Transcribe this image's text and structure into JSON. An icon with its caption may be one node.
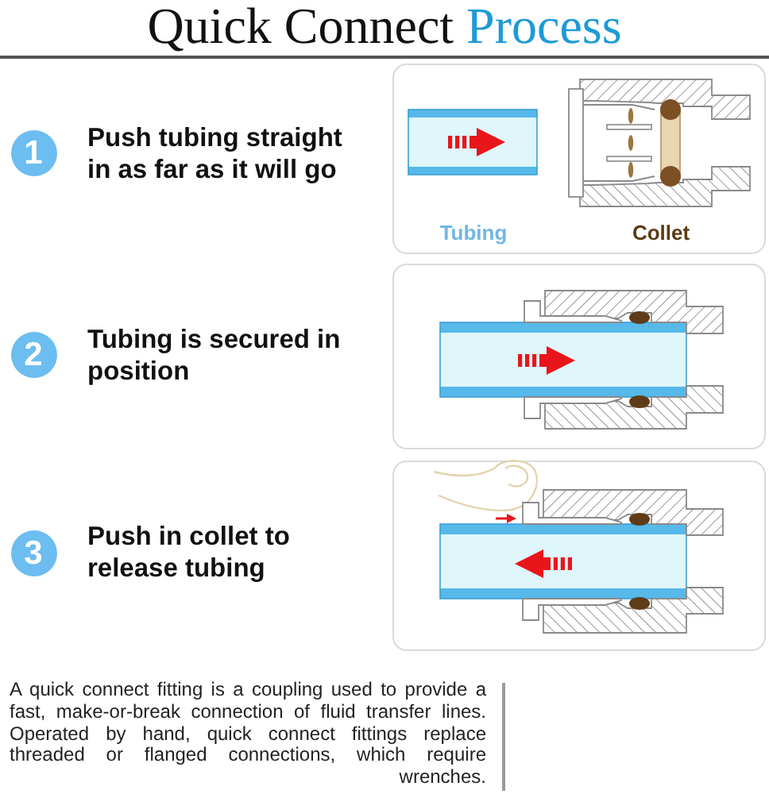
{
  "diagram": {
    "title": "Quick Connect Process",
    "caption": "A quick connect fitting is a coupling used to provide a fast, make-or-break connection of fluid transfer lines. Operated by hand, quick connect fittings replace threaded or flanged connections, which require wrenches.",
    "nodes": [
      {
        "text": [
          "1"
        ],
        "beside": [
          "Push tubing straight in as far as it will go"
        ]
      },
      {
        "text": [
          "Tubing",
          "Collet"
        ]
      },
      {
        "text": [
          "2"
        ],
        "beside": [
          "Tubing is secured in position"
        ]
      },
      {
        "text": [],
        "shape": "box"
      },
      {
        "text": [
          "3"
        ],
        "beside": [
          "Push in collet to release tubing"
        ]
      },
      {
        "text": [],
        "shape": "box"
      }
    ]
  }
}
